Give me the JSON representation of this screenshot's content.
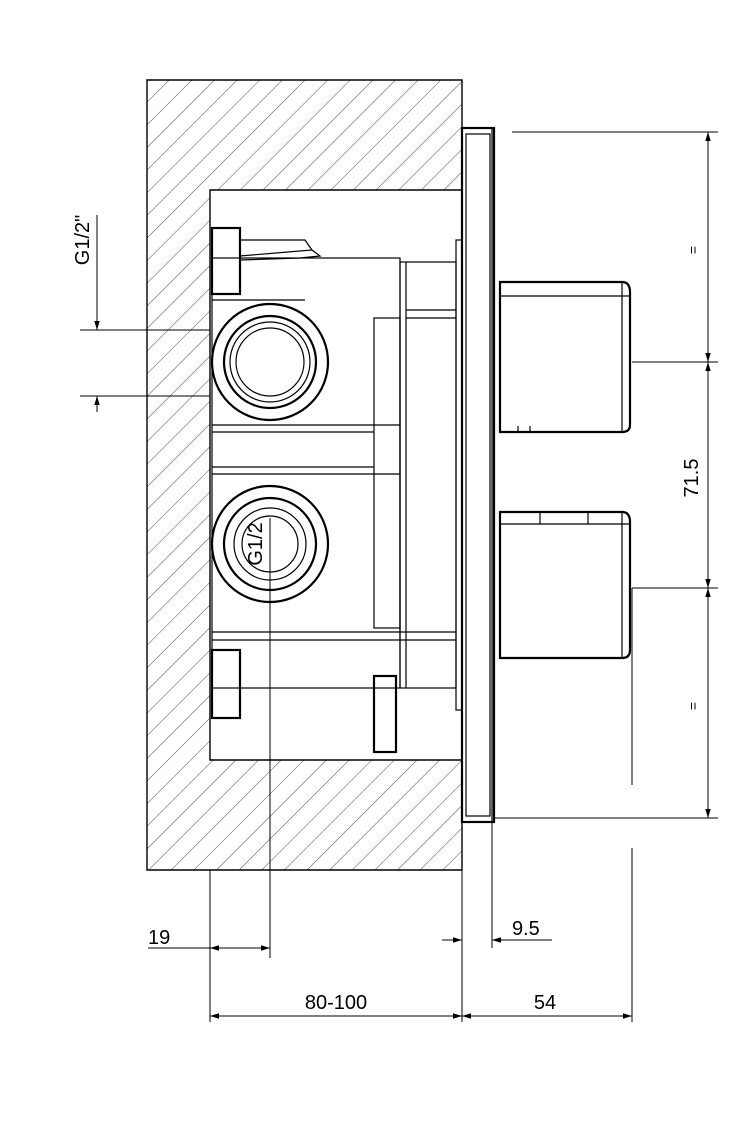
{
  "dimensions": {
    "thread_top": "G1/2\"",
    "thread_port": "G1/2",
    "spacing": "71.5",
    "equal_top": "=",
    "equal_bottom": "=",
    "offset_19": "19",
    "plate_95": "9.5",
    "depth": "80-100",
    "projection": "54"
  }
}
